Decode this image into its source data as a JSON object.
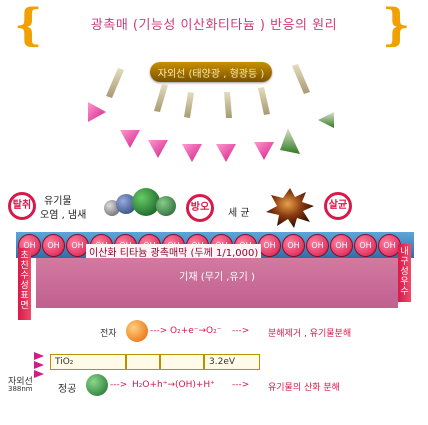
{
  "title": "광촉매 (기능성 이산화티타늄 ) 반응의 원리",
  "light_source": "자외선 (태양광 , 형광등 )",
  "badges": {
    "deodorize": "탈취",
    "antifouling": "방오",
    "sterilize": "살균"
  },
  "pollutants": {
    "organic": "유기물",
    "organic_sub": "오염 , 냄새",
    "bacteria": "세 균"
  },
  "bead_label": "OH",
  "layer_label": "이산화 티타늄 광촉매막 (두께 1/1,000)",
  "substrate_label": "기재 (무기 ,유기 )",
  "left_bar": "초친수성표면",
  "right_bar": "내구성 우수",
  "reaction": {
    "electron_label": "전자",
    "electron_eq": "O₂+e⁻→O₂⁻",
    "electron_result": "분해제거 , 유기물분해",
    "tio2_label": "TiO₂",
    "gap_value": "3.2eV",
    "uv_label": "자외선",
    "uv_wavelength": "388nm",
    "hole_label": "정공",
    "hole_eq": "H₂O+h⁺→(OH)+H⁺",
    "hole_result": "유기물의 산화 분해"
  },
  "colors": {
    "accent": "#d81a4a",
    "brace": "#f0a000",
    "band": "#3a7fb8",
    "substrate": "#cc6c98"
  }
}
